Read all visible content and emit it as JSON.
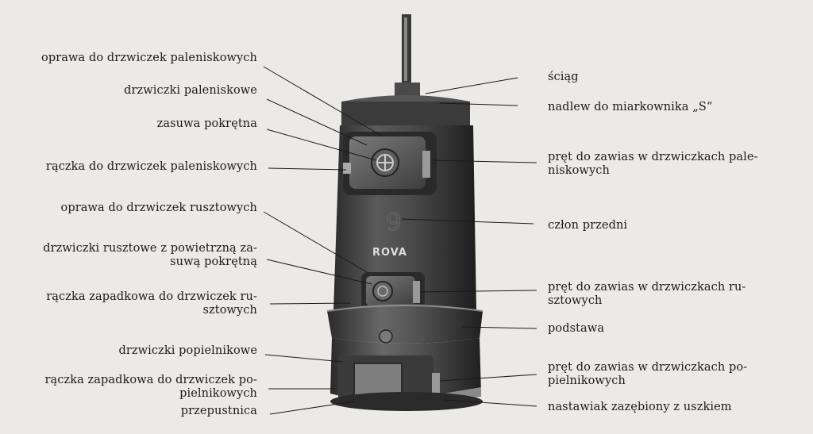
{
  "brand_mark": "ROVA",
  "section_number": "9",
  "labels_left": [
    {
      "id": "oprawa-drzwiczek-paleniskowych",
      "text": "oprawa do drzwiczek paleniskowych"
    },
    {
      "id": "drzwiczki-paleniskowe",
      "text": "drzwiczki paleniskowe"
    },
    {
      "id": "zasuwa-pokretna",
      "text": "zasuwa pokrętna"
    },
    {
      "id": "raczka-drzwiczek-paleniskowych",
      "text": "rączka do drzwiczek paleniskowych"
    },
    {
      "id": "oprawa-drzwiczek-rusztowych",
      "text": "oprawa do drzwiczek rusztowych"
    },
    {
      "id": "drzwiczki-rusztowe",
      "text": "drzwiczki rusztowe z powietrzną za-\nsuwą pokrętną"
    },
    {
      "id": "raczka-zapadkowa-rusztowych",
      "text": "rączka zapadkowa do drzwiczek ru-\nsztowych"
    },
    {
      "id": "drzwiczki-popielnikowe",
      "text": "drzwiczki popielnikowe"
    },
    {
      "id": "raczka-zapadkowa-popielnikowych",
      "text": "rączka zapadkowa do drzwiczek po-\npielnikowych"
    },
    {
      "id": "przepustnica",
      "text": "przepustnica"
    }
  ],
  "labels_right": [
    {
      "id": "sciag",
      "text": "ściąg"
    },
    {
      "id": "nadlew-miarkownika",
      "text": "nadlew do miarkownika „S“"
    },
    {
      "id": "pret-zawias-paleniskowych",
      "text": "pręt do zawias w drzwiczkach pale-\nniskowych"
    },
    {
      "id": "czlon-przedni",
      "text": "człon przedni"
    },
    {
      "id": "pret-zawias-rusztowych",
      "text": "pręt do zawias w drzwiczkach ru-\nsztowych"
    },
    {
      "id": "podstawa",
      "text": "podstawa"
    },
    {
      "id": "pret-zawias-popielnikowych",
      "text": "pręt do zawias w drzwiczkach po-\npielnikowych"
    },
    {
      "id": "nastawiak-zazebiony",
      "text": "nastawiak zazębiony z uszkiem"
    }
  ]
}
